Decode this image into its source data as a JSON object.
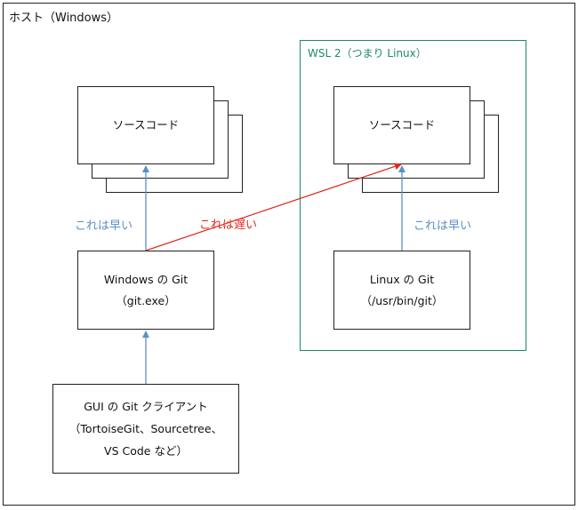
{
  "host": {
    "label": "ホスト（Windows）"
  },
  "wsl": {
    "label": "WSL 2（つまり Linux）"
  },
  "left_source": {
    "label": "ソースコード"
  },
  "right_source": {
    "label": "ソースコード"
  },
  "windows_git": {
    "line1": "Windows の Git",
    "line2": "（git.exe）"
  },
  "linux_git": {
    "line1": "Linux の Git",
    "line2": "（/usr/bin/git）"
  },
  "gui_client": {
    "line1": "GUI の Git クライアント",
    "line2": "（TortoiseGit、Sourcetree、",
    "line3": "VS Code など）"
  },
  "labels": {
    "fast_left": "これは早い",
    "fast_right": "これは早い",
    "slow": "これは遅い"
  },
  "colors": {
    "fast_arrow": "#5b8fc7",
    "slow_arrow": "#e02b20",
    "wsl_border": "#1a8c5e"
  }
}
